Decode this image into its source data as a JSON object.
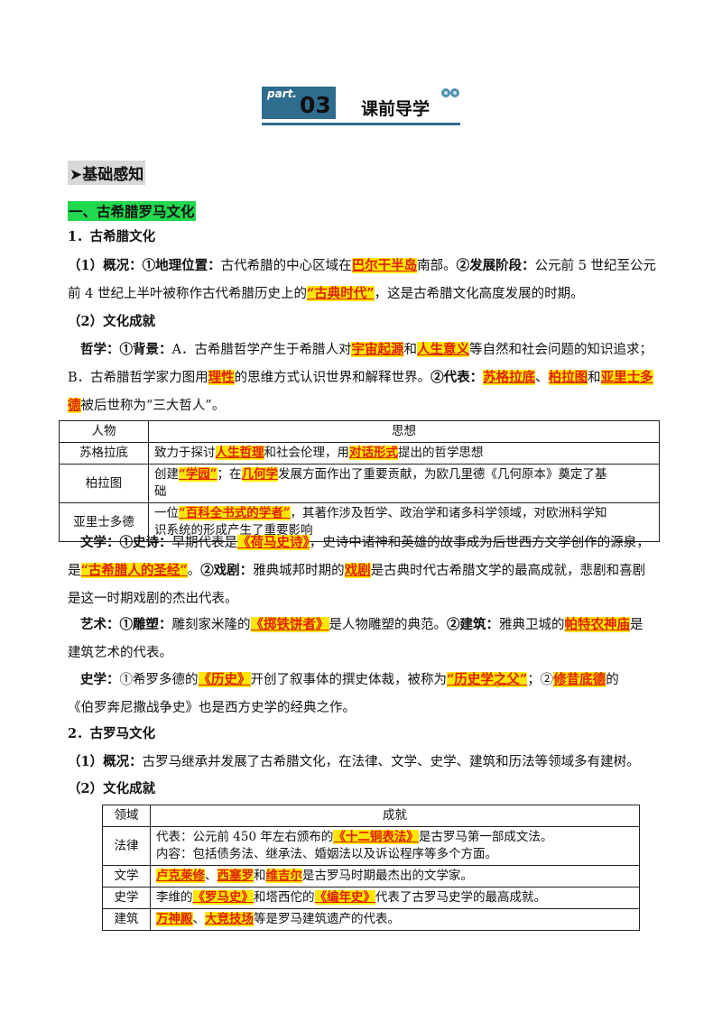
{
  "header": {
    "part": "part.",
    "num": "03",
    "title": "课前导学"
  },
  "h_basic": "➤基础感知",
  "h_one": "一、古希腊罗马文化",
  "s1": "1．古希腊文化",
  "s1_gaikuang": {
    "label": "（1）概况：",
    "pos_label": "①地理位置：",
    "t1": "古代希腊的中心区域在",
    "hl1": "巴尔干半岛",
    "t2": "南部。",
    "stage_label": "②发展阶段：",
    "t3": "公元前 5 世纪至公元",
    "t4": "前 4 世纪上半叶被称作古代希腊历史上的",
    "hl2": "“古典时代”",
    "t5": "，这是古希腊文化高度发展的时期。"
  },
  "s1_chengjiu": "（2）文化成就",
  "zhexue": {
    "label": "哲学：",
    "bg": "①背景：",
    "t1": "A．古希腊哲学产生于希腊人对",
    "hl1": "宇宙起源",
    "t2": "和",
    "hl2": "人生意义",
    "t3": "等自然和社会问题的知识追求；",
    "t4": "B．古希腊哲学家力图用",
    "hl3": "理性",
    "t5": "的思维方式认识世界和解释世界。",
    "dai": "②代表：",
    "hl4": "苏格拉底",
    "sep1": "、",
    "hl5": "柏拉图",
    "sep2": "和",
    "hl6": "亚里士多",
    "hl7": "德",
    "t6": "被后世称为“三大哲人”。"
  },
  "table1": {
    "h1": "人物",
    "h2": "思想",
    "r1": {
      "name": "苏格拉底",
      "a": "致力于探讨",
      "b": "人生哲理",
      "c": "和社会伦理，用",
      "d": "对话形式",
      "e": "提出的哲学思想"
    },
    "r2": {
      "name": "柏拉图",
      "a": "创建",
      "b": "“学园”",
      "c": "；在",
      "d": "几何学",
      "e": "发展方面作出了重要贡献，为欧几里德《几何原本》奠定了基",
      "f": "础"
    },
    "r3": {
      "name": "亚里士多德",
      "a": "一位",
      "b": "“百科全书式的学者”",
      "c": "，其著作涉及哲学、政治学和诸多科学领域，对欧洲科学知",
      "d": "识系统的形成产生了重要影响"
    }
  },
  "wenxue": {
    "label": "文学：",
    "shi": "①史诗：",
    "t1": "早期代表是",
    "hl1": "《荷马史诗》",
    "t2": "，史诗中诸神和英雄的故事成为后世西方文学创作的源泉，",
    "t3": "是",
    "hl2": "“古希腊人的圣经”",
    "t4": "。",
    "xi": "②戏剧：",
    "t5": "雅典城邦时期的",
    "hl3": "戏剧",
    "t6": "是古典时代古希腊文学的最高成就，悲剧和喜剧",
    "t7": "是这一时期戏剧的杰出代表。"
  },
  "yishu": {
    "label": "艺术：",
    "dia": "①雕塑：",
    "t1": "雕刻家米隆的",
    "hl1": "《掷铁饼者》",
    "t2": "是人物雕塑的典范。",
    "jian": "②建筑：",
    "t3": "雅典卫城的",
    "hl2": "帕特农神庙",
    "t4": "是",
    "t5": "建筑艺术的代表。"
  },
  "shixue": {
    "label": "史学：",
    "t1": "①希罗多德的",
    "hl1": "《历史》",
    "t2": "开创了叙事体的撰史体裁，被称为",
    "hl2": "“历史学之父”",
    "t3": "；②",
    "hl3": "修昔底德",
    "t4": "的",
    "t5": "《伯罗奔尼撒战争史》也是西方史学的经典之作。"
  },
  "s2": "2．古罗马文化",
  "s2_gaikuang": {
    "label": "（1）概况：",
    "t1": "古罗马继承并发展了古希腊文化，在法律、文学、史学、建筑和历法等领域多有建树。"
  },
  "s2_chengjiu": "（2）文化成就",
  "table2": {
    "h1": "领域",
    "h2": "成就",
    "r1": {
      "name": "法律",
      "a": "代表：公元前 450 年左右颁布的",
      "b": "《十二铜表法》",
      "c": "是古罗马第一部成文法。",
      "d": "内容：包括债务法、继承法、婚姻法以及诉讼程序等多个方面。"
    },
    "r2": {
      "name": "文学",
      "a": "卢克莱修",
      "s1": "、",
      "b": "西塞罗",
      "s2": "和",
      "c": "维吉尔",
      "d": "是古罗马时期最杰出的文学家。"
    },
    "r3": {
      "name": "史学",
      "a": "李维的",
      "b": "《罗马史》",
      "c": "和塔西佗的",
      "d": "《编年史》",
      "e": "代表了古罗马史学的最高成就。"
    },
    "r4": {
      "name": "建筑",
      "a": "万神殿",
      "s1": "、",
      "b": "大竞技场",
      "c": "等是罗马建筑遗产的代表。"
    }
  }
}
